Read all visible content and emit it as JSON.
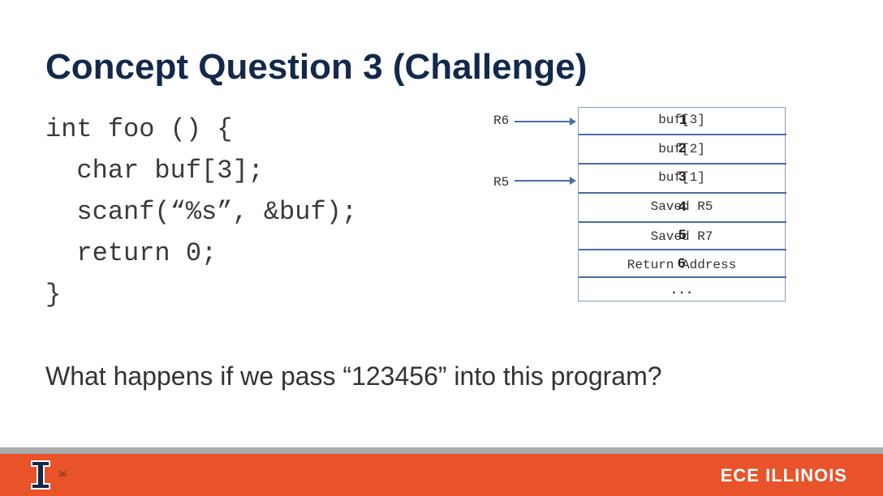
{
  "title": "Concept Question 3 (Challenge)",
  "code": {
    "lines": [
      "int foo () {",
      "  char buf[3];",
      "  scanf(“%s”, &buf);",
      "  return 0;",
      "}"
    ]
  },
  "registers": {
    "r6": "R6",
    "r5": "R5"
  },
  "stack": {
    "cells": [
      "buf[3]",
      "buf[2]",
      "buf[1]",
      "Saved R5",
      "Saved R7",
      "Return Address",
      "..."
    ],
    "overlay_digits": [
      "1",
      "2",
      "3",
      "4",
      "5",
      "6"
    ]
  },
  "question": "What happens if we pass “123456” into this program?",
  "footer": {
    "page_number": "36",
    "brand": "ECE ILLINOIS",
    "colors": {
      "bar": "#e8532a",
      "stripe": "#a9adb0",
      "logo_navy": "#13294b"
    }
  }
}
